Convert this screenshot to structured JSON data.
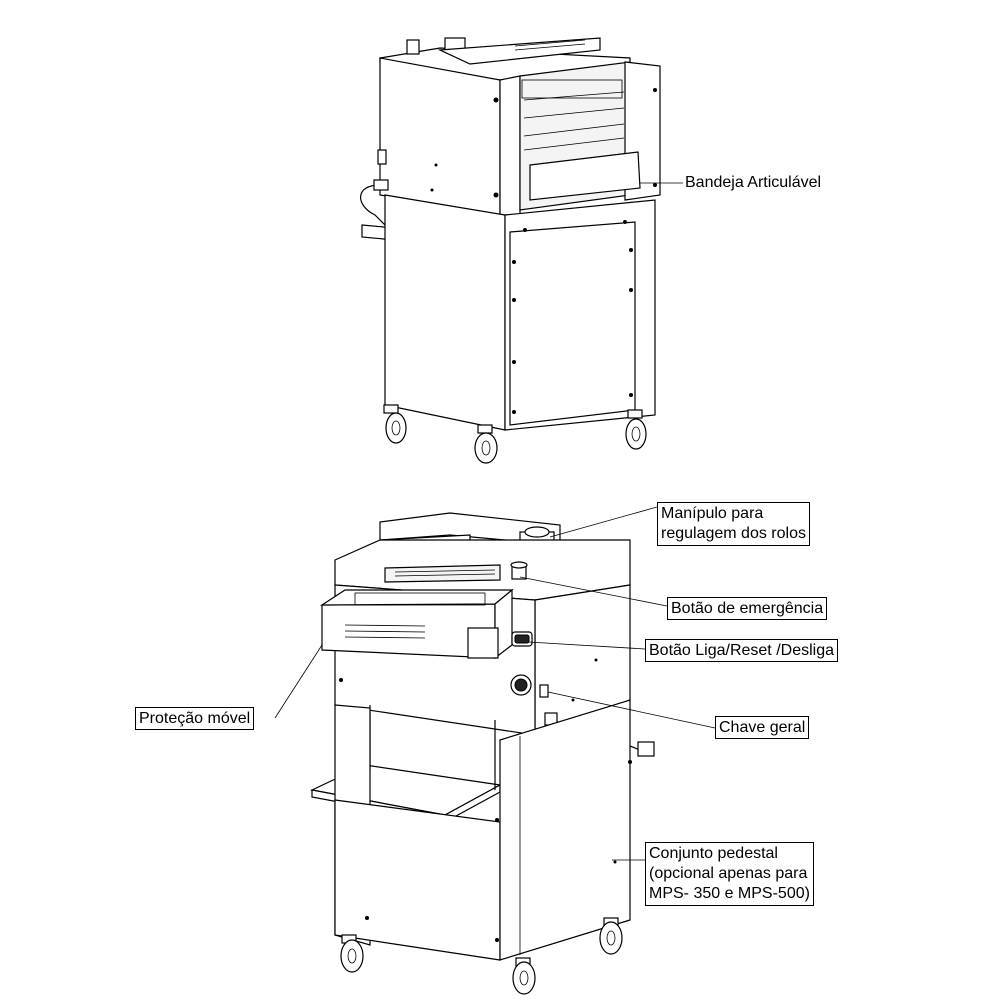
{
  "figure": {
    "top_machine": {
      "labels": {
        "bandeja": "Bandeja Articulável"
      }
    },
    "bottom_machine": {
      "labels": {
        "manipulo_line1": "Manípulo para",
        "manipulo_line2": "regulagem dos rolos",
        "botao_emergencia": "Botão de emergência",
        "botao_liga": "Botão Liga/Reset /Desliga",
        "protecao": "Proteção móvel",
        "chave_geral": "Chave geral",
        "conjunto_line1": "Conjunto pedestal",
        "conjunto_line2": "(opcional apenas para",
        "conjunto_line3": "MPS- 350  e MPS-500)"
      }
    }
  }
}
